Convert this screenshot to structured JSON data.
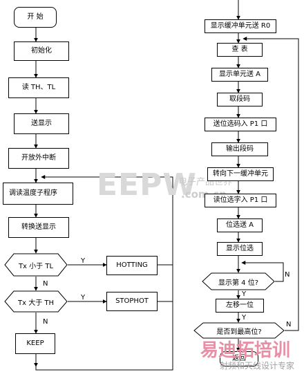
{
  "left_flow": {
    "start": "开  始",
    "init": "初始化",
    "read": "读 TH、TL",
    "send_display": "送显示",
    "enable_int": "开放外中断",
    "call_temp": "调读温度子程序",
    "convert": "转换送显示",
    "cond_lt": "Tx 小于 TL",
    "cond_gt": "Tx 大于 TH",
    "hotting": "HOTTING",
    "stophot": "STOPHOT",
    "keep": "KEEP",
    "yes": "Y",
    "no": "N"
  },
  "right_flow": {
    "buf_r0": "显示缓冲单元送 R0",
    "lookup": "查  表",
    "unit_a": "显示单元送 A",
    "get_code": "取段码",
    "bit_p1": "送位选码入 P1 口",
    "out_code": "输出段码",
    "next_buf": "转向下一缓冲单元",
    "bit_p1_2": "读位选字入 P1 口",
    "bit_a": "位选送 A",
    "disp_bit": "显示位选",
    "cond_4": "显示第 4 位?",
    "shift": "左移一位",
    "cond_high": "是否到最高位?",
    "ret": "返回",
    "yes": "Y",
    "no": "N"
  },
  "watermarks": {
    "eepw": "EEPW",
    "cn_name": "电子产品世界",
    "domain": ".com.cn",
    "brand": "易迪拓培训",
    "slogan": "射频和天线设计专家"
  }
}
